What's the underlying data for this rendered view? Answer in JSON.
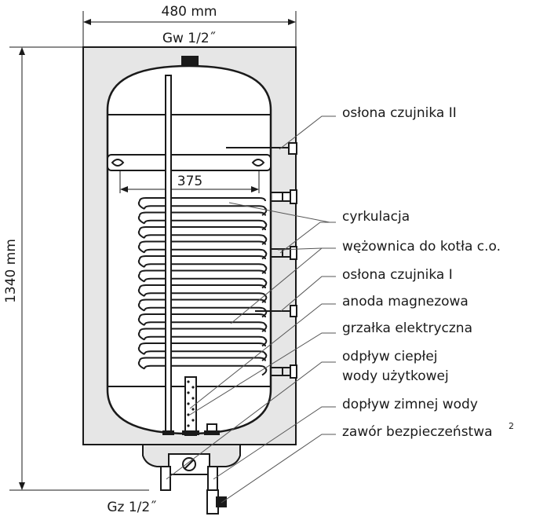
{
  "dimensions": {
    "width": "480 mm",
    "height": "1340 mm",
    "coil_width": "375",
    "top_connection": "Gw 1/2˝",
    "bottom_connection": "Gz 1/2˝"
  },
  "labels": [
    {
      "id": "oslona-czujnika-2",
      "text": "osłona czujnika II"
    },
    {
      "id": "cyrkulacja",
      "text": "cyrkulacja"
    },
    {
      "id": "wezownica",
      "text": "wężownica do kotła c.o."
    },
    {
      "id": "oslona-czujnika-1",
      "text": "osłona czujnika I"
    },
    {
      "id": "anoda",
      "text": "anoda magnezowa"
    },
    {
      "id": "grzalka",
      "text": "grzałka elektryczna"
    },
    {
      "id": "odplyw-1",
      "text": "odpływ ciepłej"
    },
    {
      "id": "odplyw-2",
      "text": "wody użytkowej"
    },
    {
      "id": "doplyw",
      "text": "dopływ zimnej wody"
    },
    {
      "id": "zawor",
      "text": "zawór bezpieczeństwa"
    },
    {
      "id": "zawor-sup",
      "text": "2"
    }
  ],
  "colors": {
    "body_fill": "#e6e6e6",
    "tank_fill": "#ffffff",
    "stroke": "#1a1a1a",
    "leader": "#555555"
  }
}
